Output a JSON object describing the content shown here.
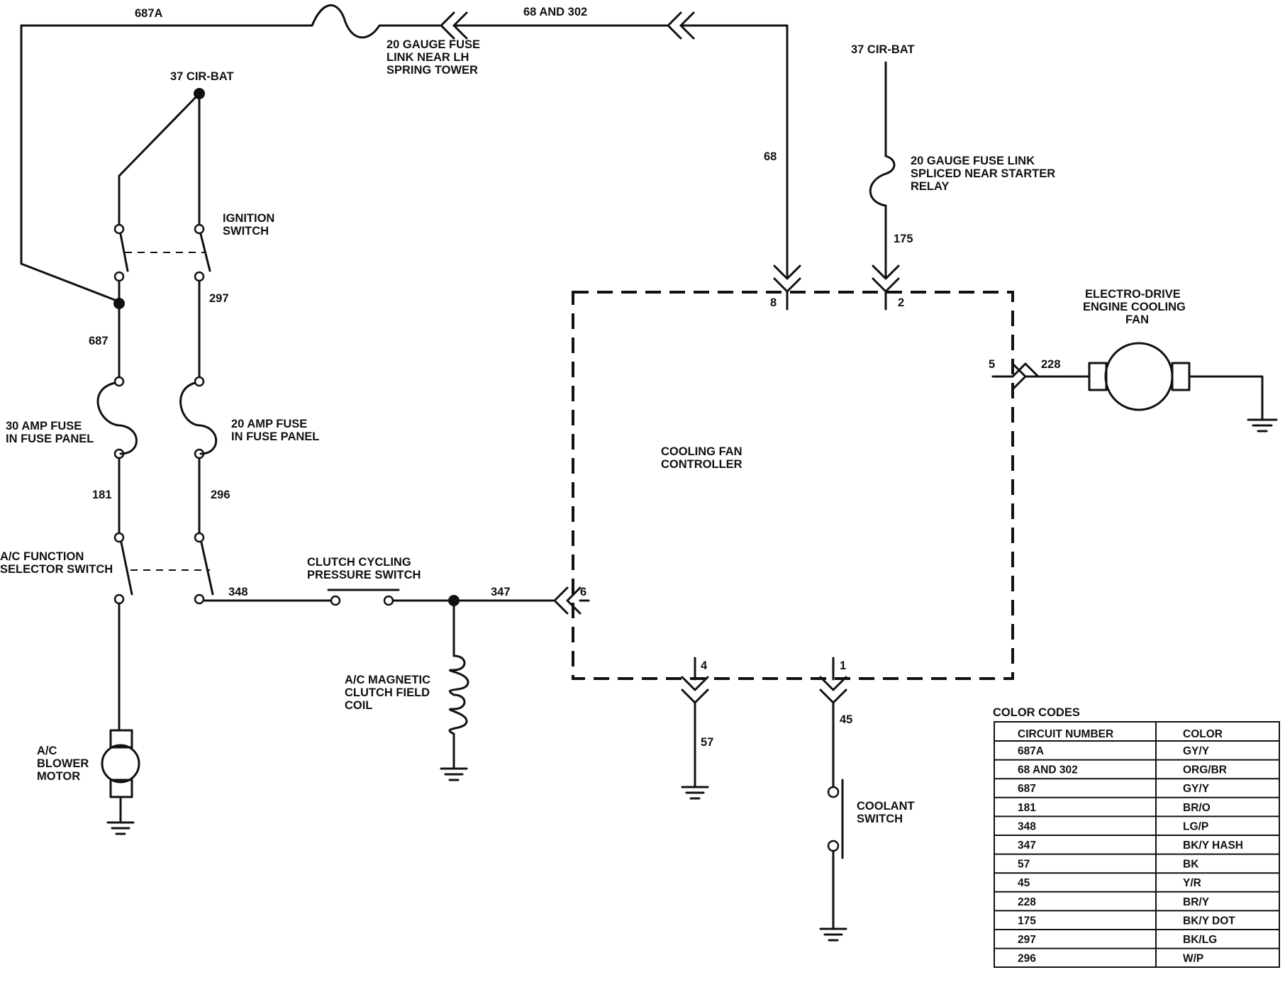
{
  "wires": {
    "w687A": "687A",
    "w68and302": "68 AND 302",
    "w68": "68",
    "w175": "175",
    "w297": "297",
    "w687": "687",
    "w181": "181",
    "w296": "296",
    "w348": "348",
    "w347": "347",
    "w228": "228",
    "w57": "57",
    "w45": "45"
  },
  "pins": {
    "p8": "8",
    "p2": "2",
    "p5": "5",
    "p6": "6",
    "p4": "4",
    "p1": "1"
  },
  "labels": {
    "cirBatLeft": "37 CIR-BAT",
    "cirBatRight": "37 CIR-BAT",
    "fuseLinkTop": [
      "20 GAUGE FUSE",
      "LINK NEAR LH",
      "SPRING TOWER"
    ],
    "fuseLinkRight": [
      "20 GAUGE FUSE LINK",
      "SPLICED NEAR STARTER",
      "RELAY"
    ],
    "ignitionSwitch": [
      "IGNITION",
      "SWITCH"
    ],
    "fuse30": [
      "30 AMP FUSE",
      "IN FUSE PANEL"
    ],
    "fuse20": [
      "20 AMP FUSE",
      "IN FUSE PANEL"
    ],
    "acSelector": [
      "A/C FUNCTION",
      "SELECTOR SWITCH"
    ],
    "clutchCycling": [
      "CLUTCH CYCLING",
      "PRESSURE SWITCH"
    ],
    "magClutch": [
      "A/C MAGNETIC",
      "CLUTCH FIELD",
      "COIL"
    ],
    "blowerMotor": [
      "A/C",
      "BLOWER",
      "MOTOR"
    ],
    "controller": [
      "COOLING FAN",
      "CONTROLLER"
    ],
    "fan": [
      "ELECTRO-DRIVE",
      "ENGINE COOLING",
      "FAN"
    ],
    "coolantSwitch": [
      "COOLANT",
      "SWITCH"
    ]
  },
  "colorTable": {
    "title": "COLOR CODES",
    "headers": [
      "CIRCUIT NUMBER",
      "COLOR"
    ],
    "rows": [
      [
        "687A",
        "GY/Y"
      ],
      [
        "68 AND 302",
        "ORG/BR"
      ],
      [
        "687",
        "GY/Y"
      ],
      [
        "181",
        "BR/O"
      ],
      [
        "348",
        "LG/P"
      ],
      [
        "347",
        "BK/Y HASH"
      ],
      [
        "57",
        "BK"
      ],
      [
        "45",
        "Y/R"
      ],
      [
        "228",
        "BR/Y"
      ],
      [
        "175",
        "BK/Y DOT"
      ],
      [
        "297",
        "BK/LG"
      ],
      [
        "296",
        "W/P"
      ]
    ]
  }
}
